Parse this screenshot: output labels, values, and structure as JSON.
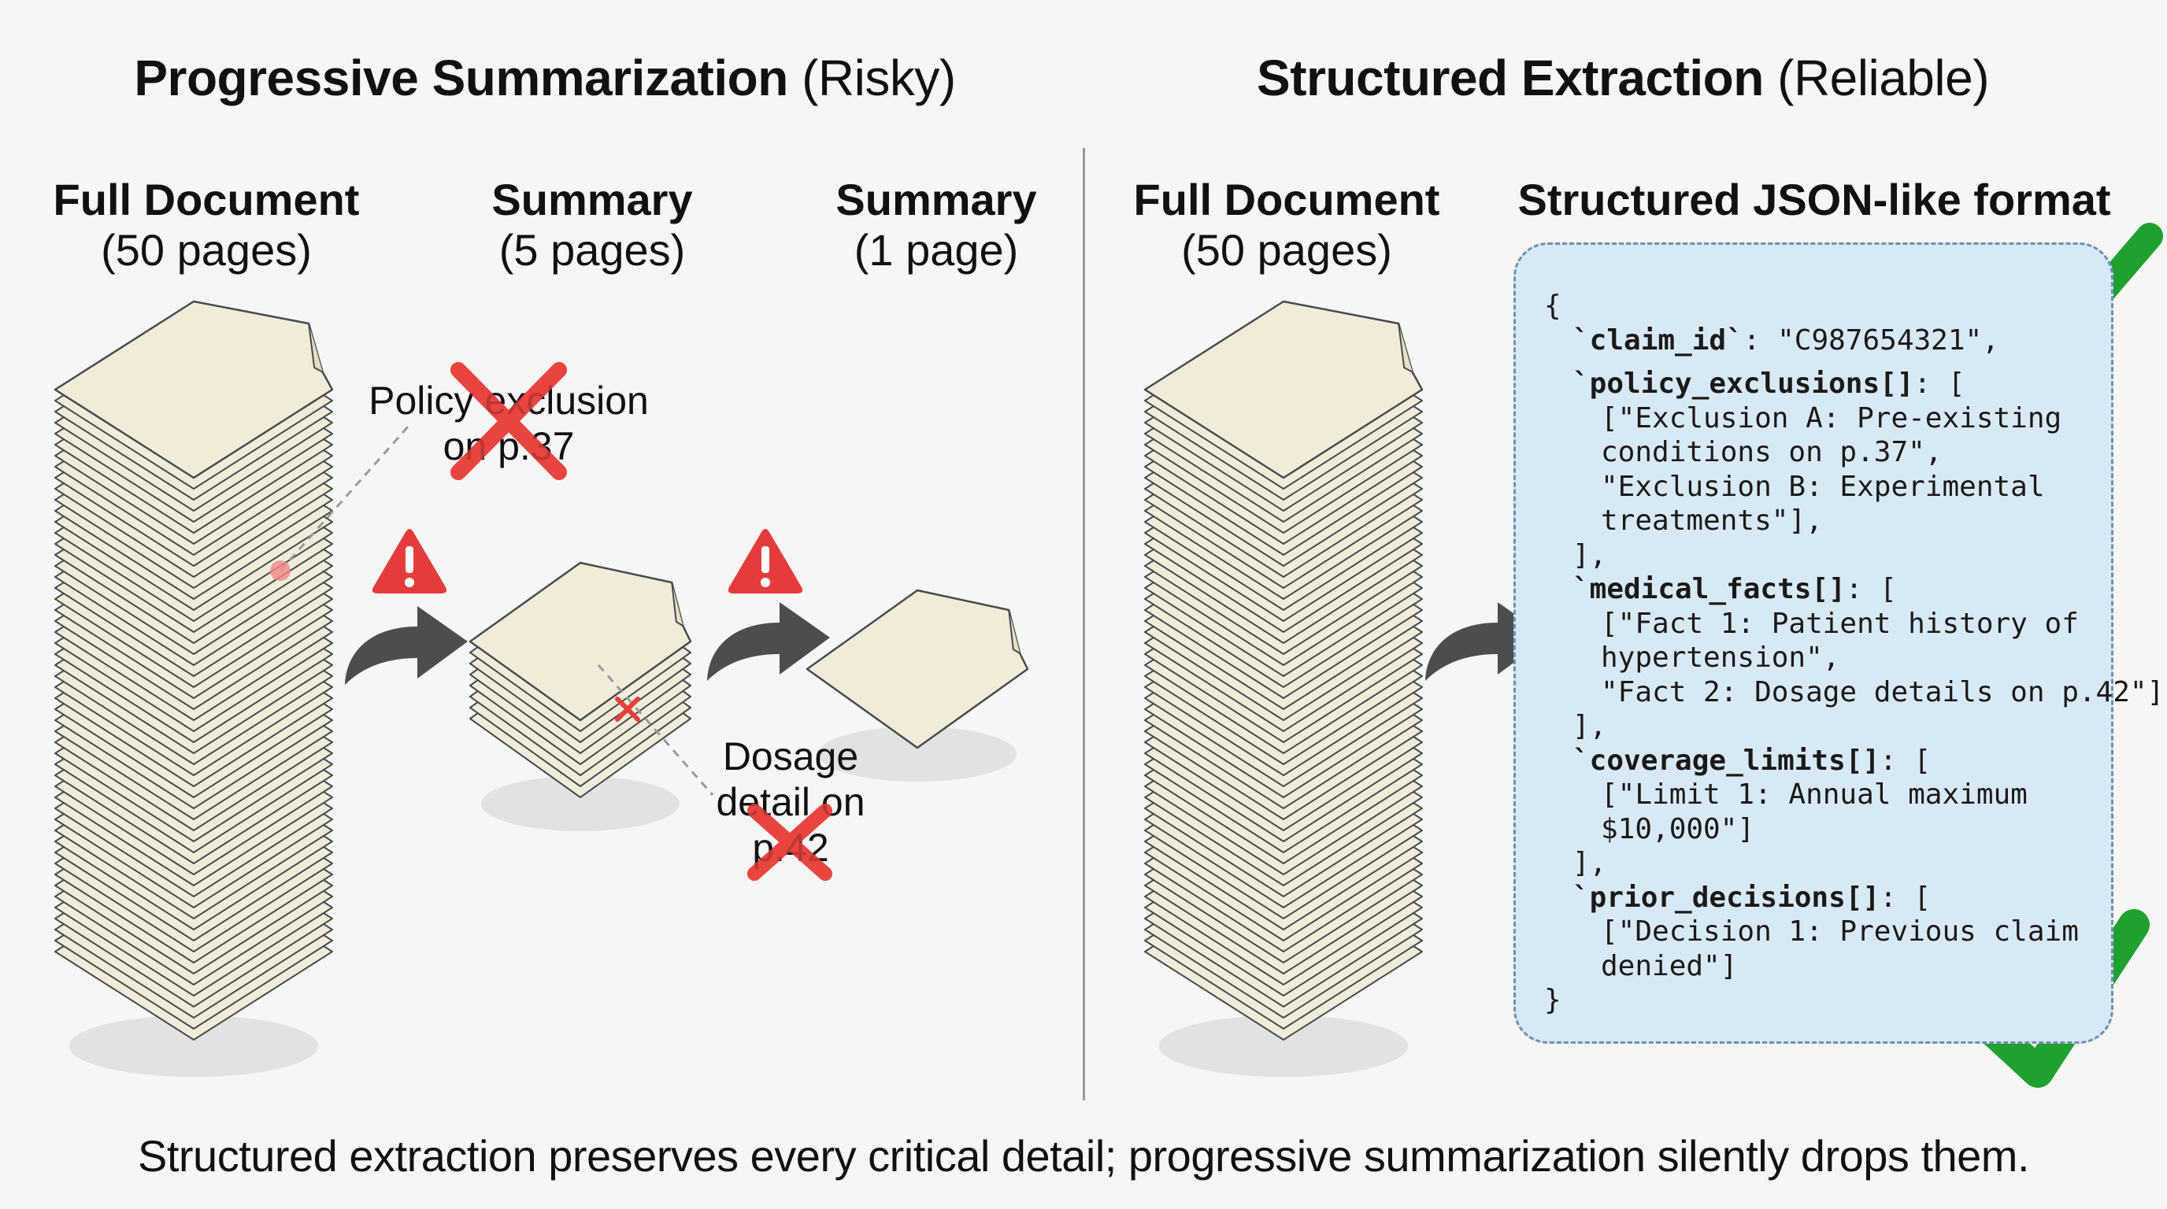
{
  "left_panel": {
    "title_bold": "Progressive Summarization",
    "title_note": "(Risky)",
    "columns": [
      {
        "heading": "Full Document",
        "sub": "(50 pages)"
      },
      {
        "heading": "Summary",
        "sub": "(5 pages)"
      },
      {
        "heading": "Summary",
        "sub": "(1 page)"
      }
    ],
    "lost_details": [
      {
        "line1": "Policy exclusion",
        "line2": "on p.37"
      },
      {
        "line1": "Dosage",
        "line2": "detail on",
        "line3": "p.42"
      }
    ]
  },
  "right_panel": {
    "title_bold": "Structured Extraction",
    "title_note": "(Reliable)",
    "columns": [
      {
        "heading": "Full Document",
        "sub": "(50 pages)"
      },
      {
        "heading": "Structured JSON-like format"
      }
    ],
    "json": {
      "open_brace": "{",
      "claim_key": "`claim_id`",
      "claim_value": ": \"C987654321\",",
      "exclusions_key": "`policy_exclusions[]",
      "exclusions_open": ": [",
      "exclusion_lines": [
        "[\"Exclusion A: Pre-existing",
        "conditions on p.37\",",
        "\"Exclusion B: Experimental",
        "treatments\"],"
      ],
      "exclusions_close": "],",
      "facts_key": "`medical_facts[]",
      "facts_open": ": [",
      "fact_lines": [
        "[\"Fact 1: Patient history of",
        "hypertension\",",
        "\"Fact 2: Dosage details on p.42\"]"
      ],
      "facts_close": "],",
      "limits_key": "`coverage_limits[]",
      "limits_open": ": [",
      "limit_lines": [
        "[\"Limit 1: Annual maximum",
        "$10,000\"]"
      ],
      "limits_close": "],",
      "decisions_key": "`prior_decisions[]",
      "decisions_open": ": [",
      "decision_lines": [
        "[\"Decision 1: Previous claim",
        "denied\"]"
      ],
      "close_brace": "}"
    }
  },
  "footer": "Structured extraction preserves every critical detail; progressive summarization silently drops them.",
  "colors": {
    "paper": "#f1ecda",
    "paper_edge": "#4a4a4a",
    "arrow": "#4d4d4d",
    "cross": "#e8403c",
    "warning": "#e43c3c",
    "check": "#1fa12f",
    "json_bg": "#d8e9f6",
    "json_border": "#6f8fb4"
  }
}
